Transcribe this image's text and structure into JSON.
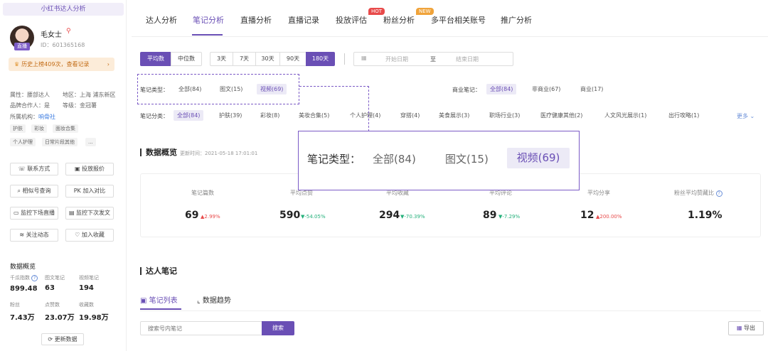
{
  "sidebar": {
    "header": "小红书达人分析",
    "live_tag": "直播",
    "user_name": "毛女士",
    "user_id": "ID：601365168",
    "history": "历史上榜409次，查看记录",
    "attr_label": "属性：腰部达人",
    "region_label": "地区：上海 浦东新区",
    "brand_coop": "品牌合作人：是",
    "level": "等级：金冠薯",
    "org_prefix": "所属机构：",
    "org_name": "响骨社",
    "tags": [
      "护肤",
      "彩妆",
      "面妆合集",
      "个人护理",
      "日常片段其他",
      "..."
    ],
    "buttons": [
      "联系方式",
      "投放报价",
      "相似号查询",
      "加入对比",
      "监控下场直播",
      "监控下次发文",
      "关注动态",
      "加入收藏"
    ],
    "stats_title": "数据概览",
    "stats": [
      {
        "label": "千瓜指数",
        "value": "899.48"
      },
      {
        "label": "图文笔记",
        "value": "63"
      },
      {
        "label": "视频笔记",
        "value": "194"
      },
      {
        "label": "粉丝",
        "value": "7.43万"
      },
      {
        "label": "点赞数",
        "value": "23.07万"
      },
      {
        "label": "收藏数",
        "value": "19.98万"
      }
    ],
    "refresh": "更新数据"
  },
  "tabs": [
    "达人分析",
    "笔记分析",
    "直播分析",
    "直播记录",
    "投放评估",
    "粉丝分析",
    "多平台相关账号",
    "推广分析"
  ],
  "badges": {
    "hot": "HOT",
    "new": "NEW"
  },
  "filters": {
    "avg": "平均数",
    "median": "中位数",
    "days": [
      "3天",
      "7天",
      "30天",
      "90天",
      "180天"
    ],
    "start_date": "开始日期",
    "to": "至",
    "end_date": "结束日期",
    "note_type_label": "笔记类型：",
    "note_types": [
      "全部(84)",
      "图文(15)",
      "视频(69)"
    ],
    "biz_label": "商业笔记：",
    "biz_types": [
      "全部(84)",
      "非商业(67)",
      "商业(17)"
    ],
    "cat_label": "笔记分类：",
    "categories": [
      "全部(84)",
      "护肤(39)",
      "彩妆(8)",
      "美妆合集(5)",
      "个人护理(4)",
      "穿搭(4)",
      "美食展示(3)",
      "职场行业(3)",
      "医疗健康其他(2)",
      "人文风光展示(1)",
      "出行攻略(1)"
    ],
    "more": "更多"
  },
  "popup": {
    "label": "笔记类型：",
    "items": [
      "全部(84)",
      "图文(15)",
      "视频(69)"
    ]
  },
  "overview": {
    "title": "数据概览",
    "updated": "更新时间：2021-05-18 17:01:01",
    "metrics": [
      {
        "label": "笔记篇数",
        "value": "69",
        "change": "2.99%",
        "dir": "up"
      },
      {
        "label": "平均点赞",
        "value": "590",
        "change": "-54.05%",
        "dir": "down"
      },
      {
        "label": "平均收藏",
        "value": "294",
        "change": "-70.39%",
        "dir": "down"
      },
      {
        "label": "平均评论",
        "value": "89",
        "change": "-7.29%",
        "dir": "down"
      },
      {
        "label": "平均分享",
        "value": "12",
        "change": "200.00%",
        "dir": "up"
      },
      {
        "label": "粉丝平均赞藏比",
        "value": "1.19%",
        "change": "",
        "dir": ""
      }
    ]
  },
  "notes": {
    "title": "达人笔记",
    "tab_list": "笔记列表",
    "tab_trend": "数据趋势",
    "search_placeholder": "搜索号内笔记",
    "search_btn": "搜索",
    "export": "导出"
  }
}
